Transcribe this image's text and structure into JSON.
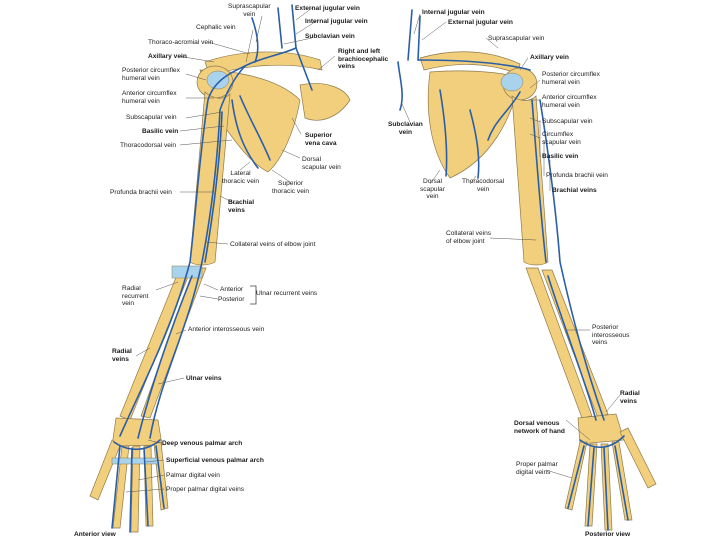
{
  "figure": {
    "left_view": "Anterior view",
    "right_view": "Posterior view"
  },
  "colors": {
    "bone": "#f2cf7d",
    "bone_shade": "#dbb25d",
    "bone_outline": "#8f7a4a",
    "vein": "#2a5fa8",
    "vein_light": "#7fb3de",
    "cartilage": "#a9d3ec",
    "leader": "#555555"
  },
  "labels": {
    "left": {
      "suprascapular": "Suprascapular\nvein",
      "cephalic": "Cephalic vein",
      "external_jugular": "External jugular vein",
      "internal_jugular": "Internal jugular vein",
      "subclavian": "Subclavian vein",
      "right_left_brachio": "Right and left\nbrachiocephalic\nveins",
      "thoraco_acromial": "Thoraco-acromial vein",
      "axillary": "Axillary vein",
      "posterior_circumflex": "Posterior circumflex\nhumeral vein",
      "anterior_circumflex": "Anterior circumflex\nhumeral vein",
      "subscapular": "Subscapular vein",
      "basilic": "Basilic vein",
      "thoracodorsal": "Thoracodorsal vein",
      "superior_vena_cava": "Superior\nvena cava",
      "dorsal_scapular": "Dorsal\nscapular vein",
      "lateral_thoracic": "Lateral\nthoracic vein",
      "superior_thoracic": "Superior\nthoracic vein",
      "profunda_brachii": "Profunda brachii vein",
      "brachial": "Brachial\nveins",
      "collateral_elbow": "Collateral veins of elbow joint",
      "radial_recurrent": "Radial\nrecurrent\nvein",
      "anterior": "Anterior",
      "posterior": "Posterior",
      "ulnar_recurrent": "Ulnar recurrent veins",
      "anterior_interosseous": "Anterior interosseous vein",
      "radial_veins": "Radial\nveins",
      "ulnar_veins": "Ulnar veins",
      "deep_palmar_arch": "Deep venous palmar arch",
      "superficial_palmar_arch": "Superficial venous palmar arch",
      "palmar_digital": "Palmar digital vein",
      "proper_palmar_digital": "Proper palmar digital veins"
    },
    "right": {
      "internal_jugular": "Internal jugular vein",
      "external_jugular": "External jugular vein",
      "suprascapular": "Suprascapular vein",
      "axillary": "Axillary vein",
      "subclavian": "Subclavian\nvein",
      "posterior_circumflex": "Posterior circumflex\nhumeral vein",
      "anterior_circumflex": "Anterior circumflex\nhumeral vein",
      "subscapular": "Subscapular vein",
      "circumflex_scapular": "Circumflex\nscapular vein",
      "basilic": "Basilic vein",
      "profunda_brachii": "Profunda brachii vein",
      "brachial": "Brachial veins",
      "dorsal_scapular": "Dorsal\nscapular\nvein",
      "thoracodorsal": "Thoracodorsal\nvein",
      "collateral_elbow": "Collateral veins\nof elbow joint",
      "posterior_interosseous": "Posterior\ninterosseous\nveins",
      "radial_veins": "Radial\nveins",
      "dorsal_venous_network": "Dorsal venous\nnetwork of hand",
      "proper_palmar_digital": "Proper palmar\ndigital veins"
    }
  }
}
